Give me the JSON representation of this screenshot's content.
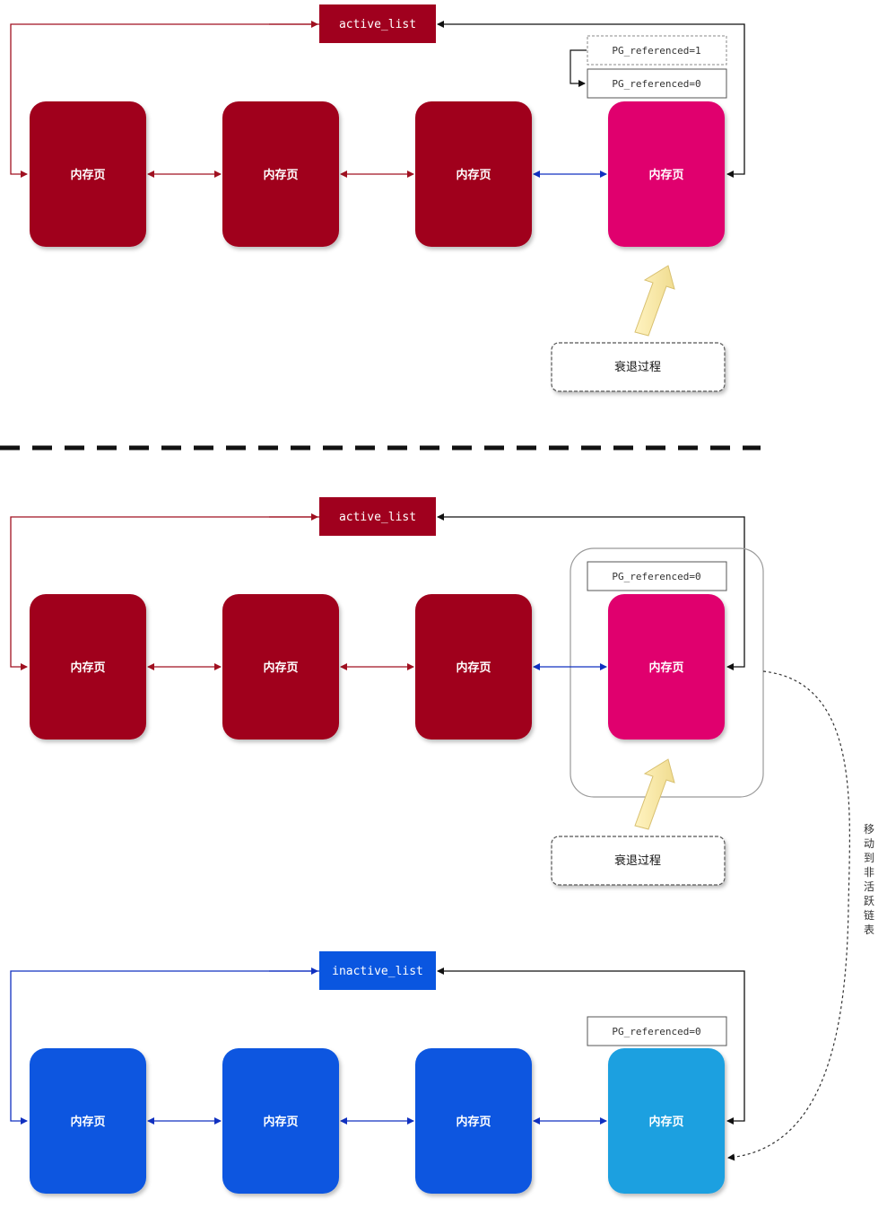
{
  "colors": {
    "active_page": "#a0001e",
    "highlight_page": "#e0006e",
    "inactive_page": "#0a56e0",
    "inactive_tail_page": "#1ea0e0",
    "active_label": "#a0001e",
    "inactive_label": "#0a56e0",
    "active_arrow": "#a01020",
    "inactive_arrow": "#1030c0",
    "tail_arrow": "#2040d0",
    "black_arrow": "#111111"
  },
  "section1": {
    "list_label": "active_list",
    "pages": [
      "内存页",
      "内存页",
      "内存页",
      "内存页"
    ],
    "flag_before": "PG_referenced=1",
    "flag_after": "PG_referenced=0",
    "decay_label": "衰退过程"
  },
  "section2": {
    "list_label": "active_list",
    "pages": [
      "内存页",
      "内存页",
      "内存页",
      "内存页"
    ],
    "flag": "PG_referenced=0",
    "decay_label": "衰退过程",
    "move_label": "移动到非活跃链表"
  },
  "section3": {
    "list_label": "inactive_list",
    "pages": [
      "内存页",
      "内存页",
      "内存页",
      "内存页"
    ],
    "flag": "PG_referenced=0"
  }
}
